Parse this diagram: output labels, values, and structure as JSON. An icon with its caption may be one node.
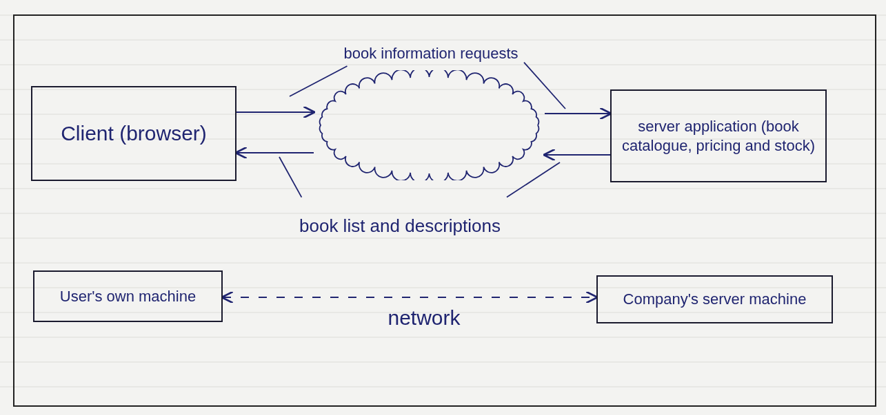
{
  "diagram": {
    "nodes": [
      {
        "text": [
          "Client (browser)"
        ]
      },
      {
        "text": [],
        "shape": "cloud"
      },
      {
        "text": [
          "server application (book catalogue, pricing and stock)"
        ]
      },
      {
        "text": [
          "User's own machine"
        ]
      },
      {
        "text": [
          "Company's server machine"
        ]
      },
      {
        "text": [
          "book information requests"
        ]
      },
      {
        "text": [
          "book list and descriptions"
        ]
      }
    ],
    "edges": [
      {
        "from": 0,
        "to": 1,
        "arrow": "to"
      },
      {
        "from": 1,
        "to": 2,
        "arrow": "to"
      },
      {
        "from": 2,
        "to": 1,
        "arrow": "to"
      },
      {
        "from": 1,
        "to": 0,
        "arrow": "to"
      },
      {
        "from": 3,
        "to": 4,
        "arrow": "both",
        "style": "dashed"
      },
      {
        "from": 5,
        "to": null,
        "arrow": "none"
      },
      {
        "from": 5,
        "to": null,
        "arrow": "none"
      },
      {
        "from": 6,
        "to": null,
        "arrow": "none"
      },
      {
        "from": 6,
        "to": null,
        "arrow": "none"
      }
    ],
    "labels": [
      "network"
    ]
  }
}
